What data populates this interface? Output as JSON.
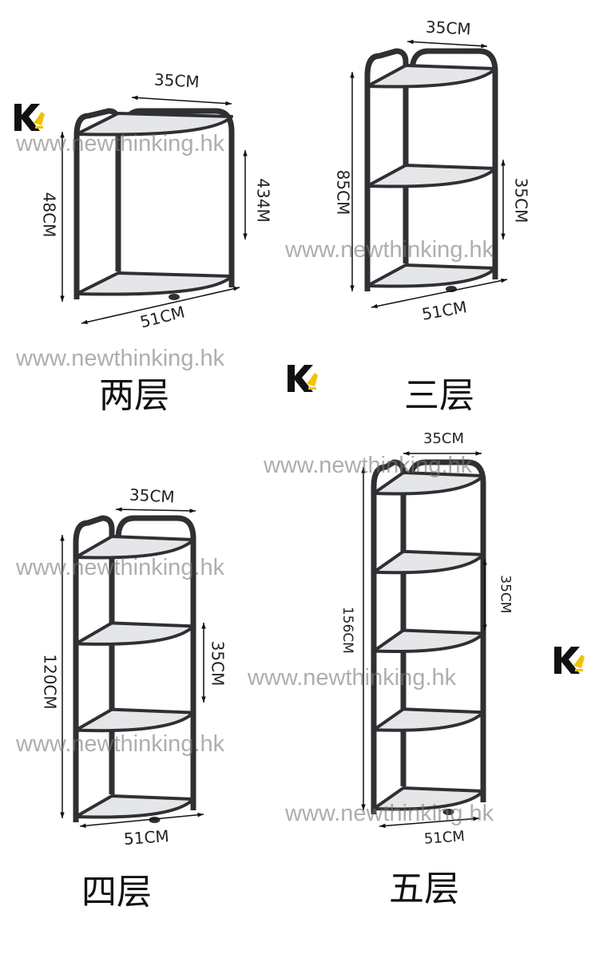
{
  "watermark": "www.newthinking.hk",
  "logo_text": "K",
  "colors": {
    "frame": "#2f3033",
    "shelf": "#e4e6e8",
    "logo_black": "#111111",
    "logo_yellow": "#f2c200",
    "watermark": "#8a8a8a"
  },
  "panels": [
    {
      "caption": "两层",
      "tiers": 2,
      "top_width": "35CM",
      "height": "48CM",
      "spacing": "434M",
      "bottom_width": "51CM"
    },
    {
      "caption": "三层",
      "tiers": 3,
      "top_width": "35CM",
      "height": "85CM",
      "spacing": "35CM",
      "bottom_width": "51CM"
    },
    {
      "caption": "四层",
      "tiers": 4,
      "top_width": "35CM",
      "height": "120CM",
      "spacing": "35CM",
      "bottom_width": "51CM"
    },
    {
      "caption": "五层",
      "tiers": 5,
      "top_width": "35CM",
      "height": "156CM",
      "spacing": "35CM",
      "bottom_width": "51CM"
    }
  ]
}
